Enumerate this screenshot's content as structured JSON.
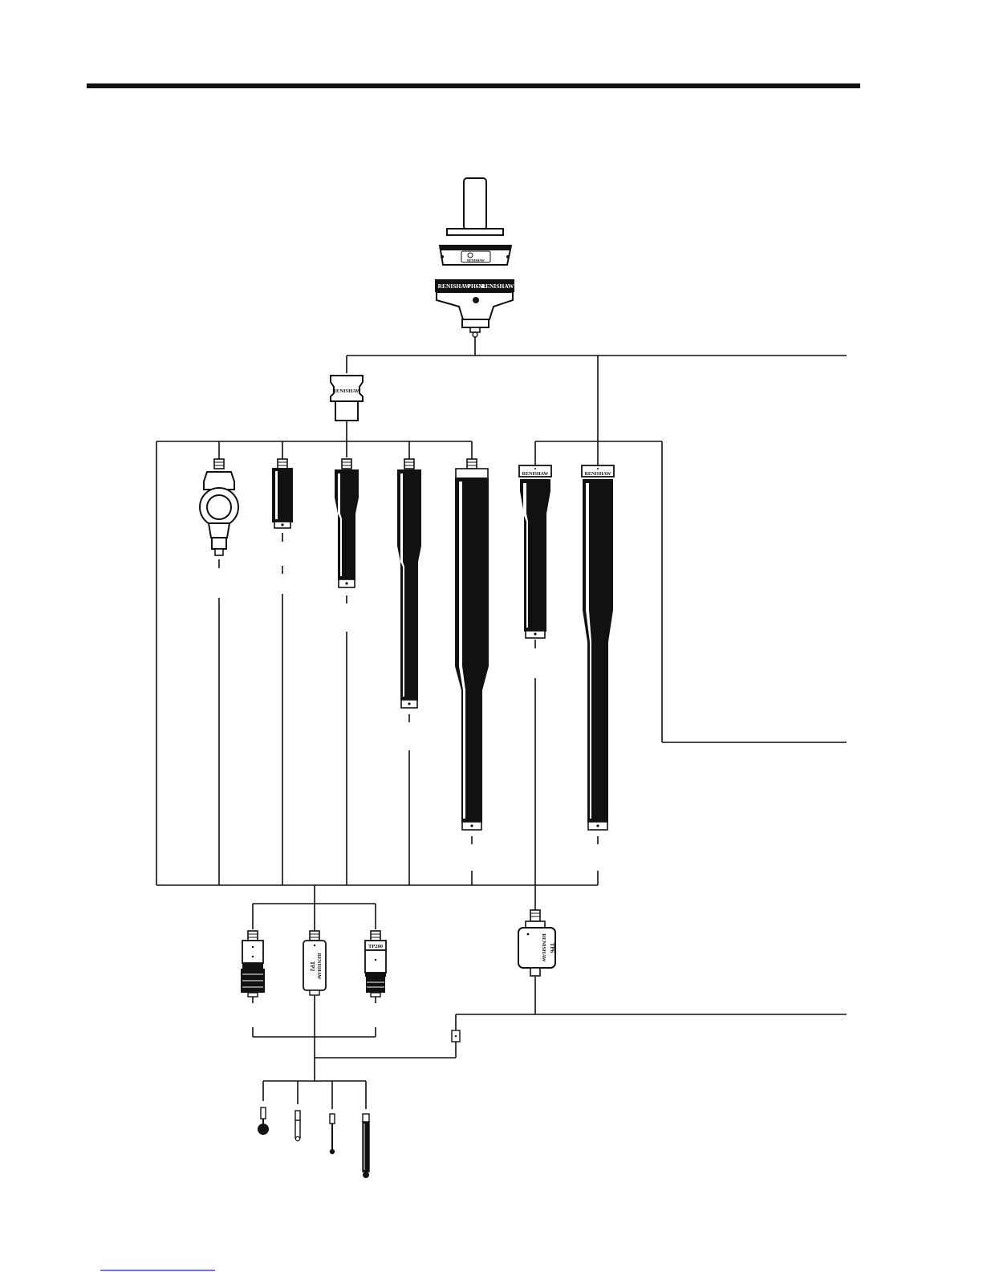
{
  "page": {
    "header_rule": "top-rule",
    "footer_link": "footer-link"
  },
  "colors": {
    "ink": "#111111",
    "paper": "#ffffff",
    "link": "#1a1aff"
  },
  "head": {
    "name": "PH6M",
    "brand_left": "RENISHAW",
    "brand_right": "RENISHAW",
    "coupling_brand": "RENISHAW"
  },
  "adaptor": {
    "brand": "RENISHAW"
  },
  "long_extensions": [
    {
      "brand": "RENISHAW"
    },
    {
      "brand": "RENISHAW"
    }
  ],
  "probes": {
    "probe_1": {
      "label": ""
    },
    "tp2": {
      "label": "TP2",
      "brand": "RENISHAW"
    },
    "tp20": {
      "label": "TP200"
    },
    "tp6": {
      "label": "TP6",
      "brand": "RENISHAW"
    }
  },
  "icons": [
    "shank-icon",
    "autojoint-coupling-icon",
    "probe-head-icon",
    "adaptor-icon",
    "knuckle-icon",
    "extension-bar-icon",
    "probe-module-icon",
    "stylus-icon"
  ]
}
